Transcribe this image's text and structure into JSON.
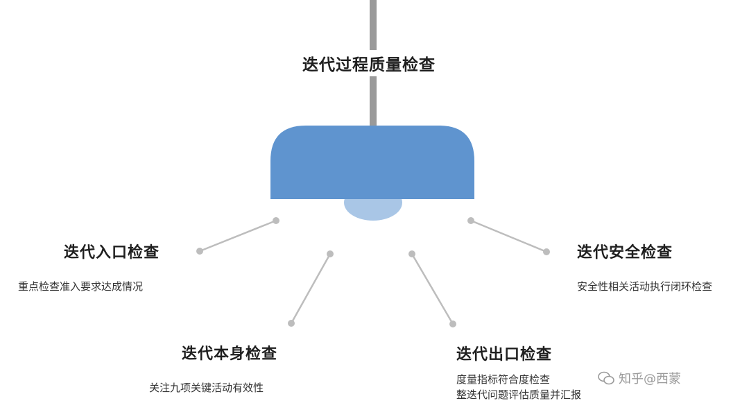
{
  "central": {
    "title": "迭代过程质量检查"
  },
  "colors": {
    "lamp_body": "#5f94cf",
    "lamp_bulb": "#a9c6e6",
    "pole": "#9a9a9a",
    "connector": "#bdbdbd",
    "dot": "#bdbdbd"
  },
  "nodes": [
    {
      "id": "entry",
      "title": "迭代入口检查",
      "desc": [
        "重点检查准入要求达成情况"
      ]
    },
    {
      "id": "self",
      "title": "迭代本身检查",
      "desc": [
        "关注九项关键活动有效性"
      ]
    },
    {
      "id": "exit",
      "title": "迭代出口检查",
      "desc": [
        "度量指标符合度检查",
        "整迭代问题评估质量并汇报"
      ]
    },
    {
      "id": "security",
      "title": "迭代安全检查",
      "desc": [
        "安全性相关活动执行闭环检查"
      ]
    }
  ],
  "watermark": {
    "text": "知乎@西蒙"
  }
}
